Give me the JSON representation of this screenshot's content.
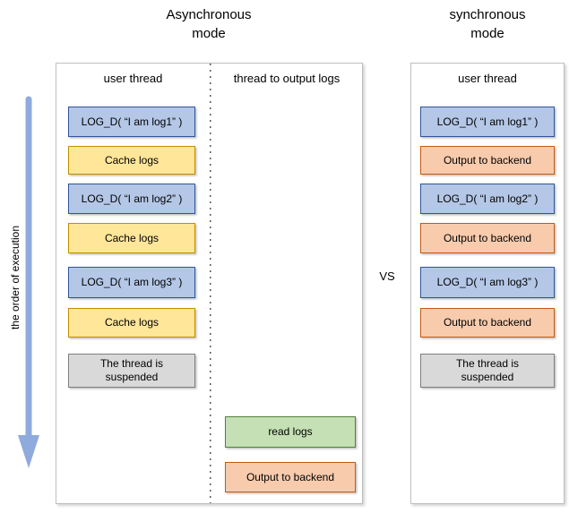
{
  "titles": {
    "left": {
      "line1": "Asynchronous",
      "line2": "mode"
    },
    "right": {
      "line1": "synchronous",
      "line2": "mode"
    }
  },
  "vs_label": "VS",
  "execution_axis": {
    "label": "the order of execution",
    "arrow_icon": "down-arrow",
    "arrow_color": "#8faadc"
  },
  "async_panel": {
    "user_thread": {
      "header": "user thread",
      "boxes": [
        {
          "label": "LOG_D( “I am log1” )",
          "color": "blue"
        },
        {
          "label": "Cache logs",
          "color": "yellow"
        },
        {
          "label": "LOG_D( “I am log2” )",
          "color": "blue"
        },
        {
          "label": "Cache logs",
          "color": "yellow"
        },
        {
          "label": "LOG_D( “I am log3” )",
          "color": "blue"
        },
        {
          "label": "Cache logs",
          "color": "yellow"
        },
        {
          "label": "The thread is suspended",
          "color": "gray"
        }
      ]
    },
    "output_thread": {
      "header": "thread to output logs",
      "boxes": [
        {
          "label": "read logs",
          "color": "green"
        },
        {
          "label": "Output to backend",
          "color": "orange"
        }
      ]
    }
  },
  "sync_panel": {
    "user_thread": {
      "header": "user thread",
      "boxes": [
        {
          "label": "LOG_D( “I am log1” )",
          "color": "blue"
        },
        {
          "label": "Output to backend",
          "color": "orange"
        },
        {
          "label": "LOG_D( “I am log2” )",
          "color": "blue"
        },
        {
          "label": "Output to backend",
          "color": "orange"
        },
        {
          "label": "LOG_D( “I am log3” )",
          "color": "blue"
        },
        {
          "label": "Output to backend",
          "color": "orange"
        },
        {
          "label": "The thread is suspended",
          "color": "gray"
        }
      ]
    }
  },
  "colors": {
    "log_call_fill": "#b4c7e7",
    "log_call_border": "#2f5597",
    "cache_fill": "#ffe699",
    "cache_border": "#bf9000",
    "output_fill": "#f8cbad",
    "output_border": "#c55a11",
    "read_fill": "#c5e0b4",
    "read_border": "#538135",
    "suspended_fill": "#d9d9d9",
    "suspended_border": "#7f7f7f",
    "panel_border": "#bfbfbf",
    "arrow": "#8faadc"
  }
}
